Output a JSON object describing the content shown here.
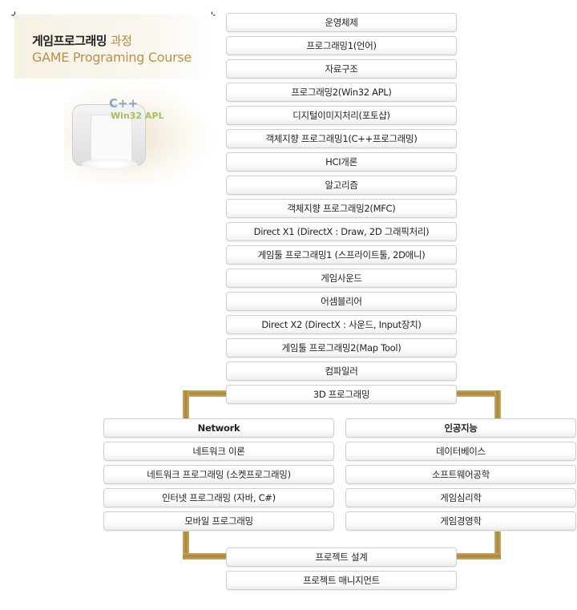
{
  "header": {
    "title_ko": "게임프로그래밍",
    "title_ko_suffix": "과정",
    "title_en": "GAME Programing Course"
  },
  "logo": {
    "cpp_label": "C++",
    "win_label": "Win32 APL"
  },
  "main_courses": [
    "운영체제",
    "프로그래밍1(언어)",
    "자료구조",
    "프로그래밍2(Win32 APL)",
    "디지털이미지처리(포토샵)",
    "객체지향 프로그래밍1(C++프로그래밍)",
    "HCI개론",
    "알고리즘",
    "객체지향 프로그래밍2(MFC)",
    "Direct X1 (DirectX : Draw, 2D 그래픽처리)",
    "게임툴 프로그래밍1 (스프라이트툴, 2D애니)",
    "게임사운드",
    "어셈블리어",
    "Direct X2 (DirectX : 사운드, Input장치)",
    "게임툴 프로그래밍2(Map Tool)",
    "컴파일러",
    "3D 프로그래밍"
  ],
  "network": {
    "heading": "Network",
    "items": [
      "네트워크 이론",
      "네트워크 프로그래밍 (소켓프로그래밍)",
      "인터넷 프로그래밍 (자바, C#)",
      "모바일 프로그래밍"
    ]
  },
  "ai": {
    "heading": "인공지능",
    "items": [
      "데이터베이스",
      "소프트웨어공학",
      "게임심리학",
      "게임경영학"
    ]
  },
  "final_courses": [
    "프로젝트 설계",
    "프로젝트 매니지먼트"
  ],
  "colors": {
    "frame_gold": "#b08a3e",
    "title_gold": "#b89348"
  }
}
